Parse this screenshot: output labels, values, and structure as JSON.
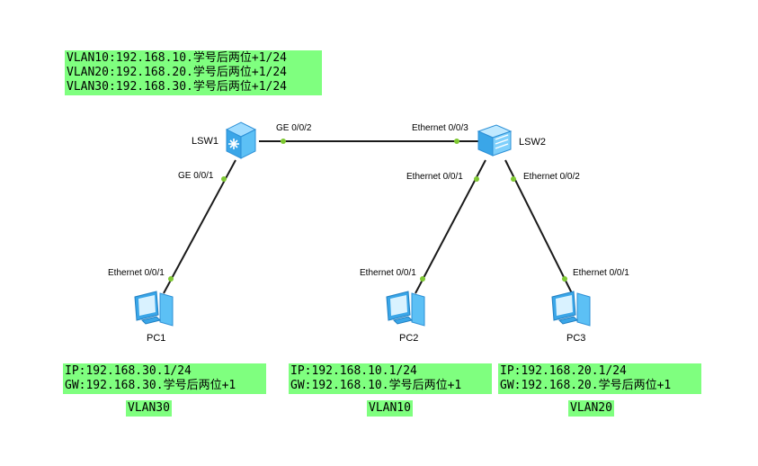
{
  "vlan_note": {
    "lines": [
      "VLAN10:192.168.10.学号后两位+1/24",
      "VLAN20:192.168.20.学号后两位+1/24",
      "VLAN30:192.168.30.学号后两位+1/24"
    ]
  },
  "devices": {
    "lsw1": "LSW1",
    "lsw2": "LSW2",
    "pc1": "PC1",
    "pc2": "PC2",
    "pc3": "PC3"
  },
  "ports": {
    "lsw1_ge002": "GE 0/0/2",
    "lsw1_ge001": "GE 0/0/1",
    "lsw2_eth003": "Ethernet 0/0/3",
    "lsw2_eth001": "Ethernet 0/0/1",
    "lsw2_eth002": "Ethernet 0/0/2",
    "pc1_eth": "Ethernet 0/0/1",
    "pc2_eth": "Ethernet 0/0/1",
    "pc3_eth": "Ethernet 0/0/1"
  },
  "pc_configs": {
    "pc1": {
      "ip": "IP:192.168.30.1/24",
      "gw": "GW:192.168.30.学号后两位+1",
      "vlan": "VLAN30"
    },
    "pc2": {
      "ip": "IP:192.168.10.1/24",
      "gw": "GW:192.168.10.学号后两位+1",
      "vlan": "VLAN10"
    },
    "pc3": {
      "ip": "IP:192.168.20.1/24",
      "gw": "GW:192.168.20.学号后两位+1",
      "vlan": "VLAN20"
    }
  },
  "colors": {
    "note_bg": "#7fff7f",
    "link": "#1a1a1a",
    "port_dot": "#7ec832",
    "device_blue": "#3aa6e8"
  },
  "icons": {
    "lsw1": "core-switch-icon",
    "lsw2": "access-switch-icon",
    "pc": "pc-monitor-icon"
  }
}
